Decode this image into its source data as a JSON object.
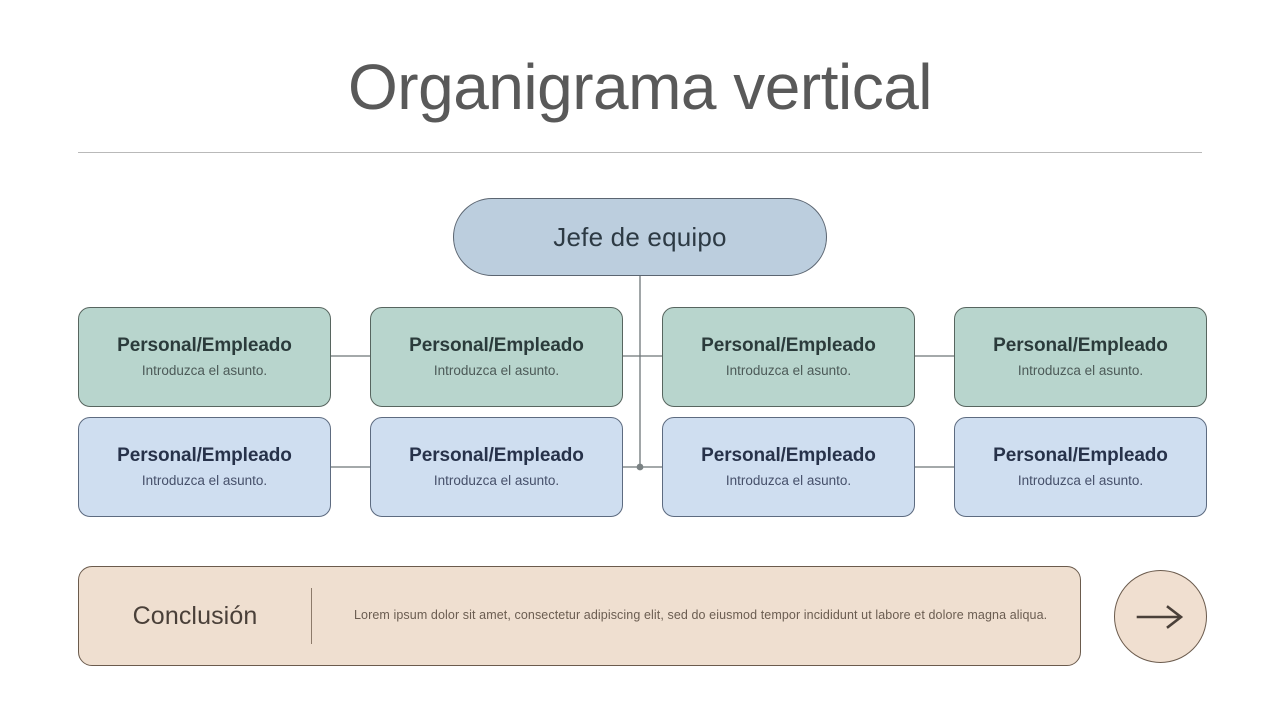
{
  "slide": {
    "title": "Organigrama vertical"
  },
  "org_chart": {
    "root": {
      "label": "Jefe de equipo"
    },
    "rows": [
      {
        "name": "staff-row-green",
        "color": "#b8d5cd",
        "nodes": [
          {
            "title": "Personal/Empleado",
            "subtitle": "Introduzca el asunto."
          },
          {
            "title": "Personal/Empleado",
            "subtitle": "Introduzca el asunto."
          },
          {
            "title": "Personal/Empleado",
            "subtitle": "Introduzca el asunto."
          },
          {
            "title": "Personal/Empleado",
            "subtitle": "Introduzca el asunto."
          }
        ]
      },
      {
        "name": "staff-row-blue",
        "color": "#cfdef0",
        "nodes": [
          {
            "title": "Personal/Empleado",
            "subtitle": "Introduzca el asunto."
          },
          {
            "title": "Personal/Empleado",
            "subtitle": "Introduzca el asunto."
          },
          {
            "title": "Personal/Empleado",
            "subtitle": "Introduzca el asunto."
          },
          {
            "title": "Personal/Empleado",
            "subtitle": "Introduzca el asunto."
          }
        ]
      }
    ]
  },
  "conclusion": {
    "label": "Conclusión",
    "text": "Lorem ipsum dolor sit amet, consectetur adipiscing elit, sed do eiusmod tempor incididunt ut labore et dolore magna aliqua."
  },
  "next_button": {
    "icon": "arrow-right-icon"
  },
  "colors": {
    "root_node": "#bccede",
    "green_node": "#b8d5cd",
    "blue_node": "#cfdef0",
    "conclusion_bar": "#efdfd0",
    "title_text": "#595959",
    "connector": "#6e7678"
  }
}
